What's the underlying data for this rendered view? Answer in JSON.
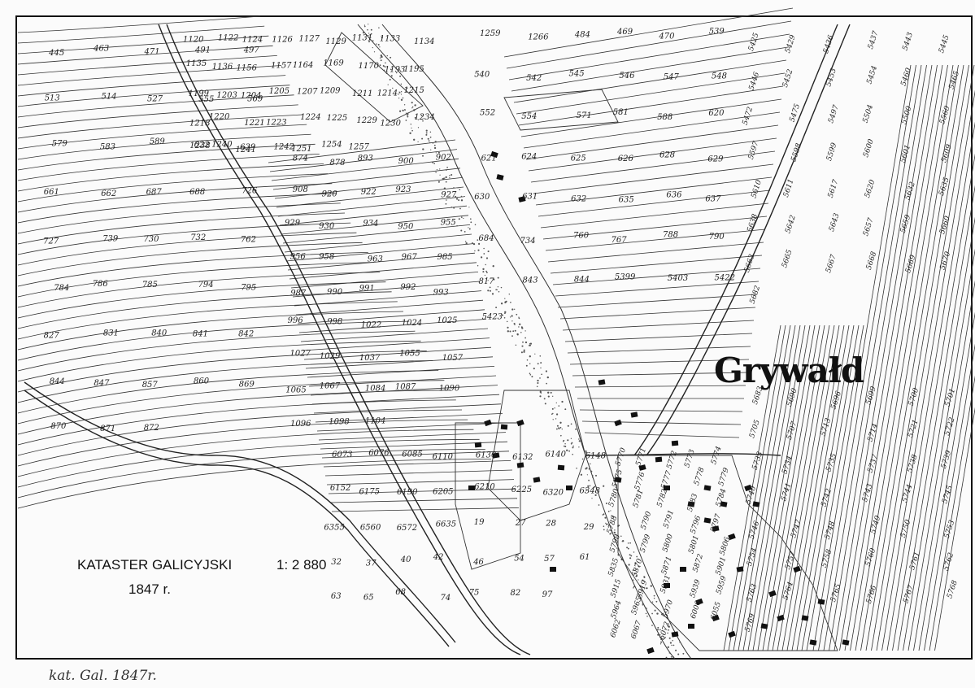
{
  "legend": {
    "title": "KATASTER GALICYJSKI",
    "scale": "1: 2 880",
    "year": "1847 r."
  },
  "village_name": "Grywałd",
  "margin_note": "kat. Gal. 1847r.",
  "colors": {
    "ink": "#222222",
    "paper": "#fbfbfb",
    "frame": "#111111",
    "stream": "#555555"
  },
  "parcels": [
    "445",
    "463",
    "471",
    "491",
    "497",
    "513",
    "514",
    "527",
    "555",
    "569",
    "579",
    "583",
    "589",
    "622",
    "639",
    "661",
    "662",
    "687",
    "688",
    "726",
    "727",
    "739",
    "730",
    "732",
    "762",
    "784",
    "786",
    "785",
    "794",
    "795",
    "827",
    "831",
    "840",
    "841",
    "842",
    "844",
    "847",
    "857",
    "860",
    "869",
    "870",
    "871",
    "872",
    "874",
    "878",
    "893",
    "900",
    "902",
    "908",
    "920",
    "922",
    "923",
    "927",
    "929",
    "930",
    "934",
    "950",
    "955",
    "956",
    "958",
    "963",
    "967",
    "985",
    "987",
    "990",
    "991",
    "992",
    "993",
    "996",
    "998",
    "1022",
    "1024",
    "1025",
    "1027",
    "1029",
    "1037",
    "1055",
    "1057",
    "1065",
    "1067",
    "1084",
    "1087",
    "1090",
    "1096",
    "1098",
    "1104",
    "1120",
    "1122",
    "1124",
    "1126",
    "1127",
    "1129",
    "1131",
    "1133",
    "1134",
    "1135",
    "1136",
    "1156",
    "1157",
    "1164",
    "1169",
    "1170",
    "1193",
    "1195",
    "1199",
    "1203",
    "1204",
    "1205",
    "1207",
    "1209",
    "1211",
    "1214",
    "1215",
    "1218",
    "1220",
    "1221",
    "1223",
    "1224",
    "1225",
    "1229",
    "1230",
    "1234",
    "1238",
    "1240",
    "1241",
    "1242",
    "1251",
    "1254",
    "1257",
    "1259",
    "1266",
    "484",
    "469",
    "470",
    "539",
    "540",
    "542",
    "545",
    "546",
    "547",
    "548",
    "552",
    "554",
    "571",
    "581",
    "588",
    "620",
    "621",
    "624",
    "625",
    "626",
    "628",
    "629",
    "630",
    "631",
    "632",
    "635",
    "636",
    "637",
    "684",
    "734",
    "760",
    "767",
    "788",
    "790",
    "817",
    "843",
    "844",
    "5399",
    "5403",
    "5422",
    "5423",
    "5425",
    "5429",
    "5436",
    "5437",
    "5443",
    "5445",
    "5446",
    "5452",
    "5453",
    "5454",
    "5460",
    "5465",
    "5472",
    "5475",
    "5497",
    "5504",
    "5500",
    "5560",
    "5597",
    "5598",
    "5599",
    "5600",
    "5601",
    "5609",
    "5610",
    "5611",
    "5617",
    "5620",
    "5632",
    "5635",
    "5638",
    "5642",
    "5643",
    "5657",
    "5659",
    "5660",
    "5663",
    "5665",
    "5667",
    "5668",
    "5669",
    "5670",
    "5682",
    "5683",
    "5690",
    "5696",
    "5699",
    "5700",
    "5701",
    "5705",
    "5707",
    "5713",
    "5714",
    "5721",
    "5722",
    "5733",
    "5734",
    "5735",
    "5737",
    "5738",
    "5739",
    "5740",
    "5741",
    "5742",
    "5743",
    "5744",
    "5745",
    "5746",
    "5747",
    "5748",
    "5749",
    "5750",
    "5753",
    "5754",
    "5757",
    "5758",
    "5760",
    "5761",
    "5762",
    "5763",
    "5764",
    "5765",
    "5766",
    "5767",
    "5768",
    "5769",
    "5770",
    "5771",
    "5772",
    "5773",
    "5774",
    "5775",
    "5776",
    "5777",
    "5778",
    "5779",
    "5780",
    "5781",
    "5782",
    "5783",
    "5784",
    "5788",
    "5790",
    "5791",
    "5796",
    "5797",
    "5798",
    "5799",
    "5800",
    "5801",
    "5806",
    "5835",
    "5870",
    "5871",
    "5872",
    "5901",
    "5915",
    "5919",
    "5931",
    "5939",
    "5959",
    "5964",
    "5965",
    "5970",
    "6000",
    "6055",
    "6062",
    "6067",
    "6072",
    "6073",
    "6076",
    "6085",
    "6110",
    "6130",
    "6132",
    "6140",
    "6148",
    "6152",
    "6175",
    "6190",
    "6205",
    "6210",
    "6225",
    "6320",
    "6348",
    "6355",
    "6560",
    "6572",
    "6635",
    "19",
    "27",
    "28",
    "29",
    "32",
    "37",
    "40",
    "42",
    "46",
    "54",
    "57",
    "61",
    "63",
    "65",
    "68",
    "74",
    "75",
    "82",
    "97"
  ]
}
